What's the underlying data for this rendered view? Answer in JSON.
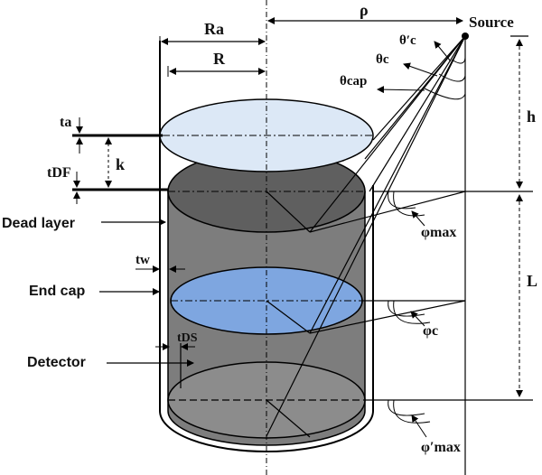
{
  "labels": {
    "R_a": "Ra",
    "R": "R",
    "rho": "ρ",
    "source": "Source",
    "theta_c_prime": "θ′c",
    "theta_c": "θc",
    "theta_cap": "θcap",
    "t_a": "ta",
    "t_DF": "tDF",
    "k": "k",
    "h": "h",
    "L": "L",
    "dead_layer": "Dead layer",
    "t_w": "tw",
    "end_cap": "End cap",
    "t_DS": "tDS",
    "detector": "Detector",
    "phi_max": "φmax",
    "phi_c": "φc",
    "phi_max_prime": "φ′max"
  },
  "colors": {
    "cap_top": "#dce8f6",
    "dead_layer_top": "#5f5f5f",
    "body": "#7d7d7d",
    "end_cap": "#7ea6e0",
    "bottom_disk": "#8c8c8c",
    "line": "#000000"
  }
}
